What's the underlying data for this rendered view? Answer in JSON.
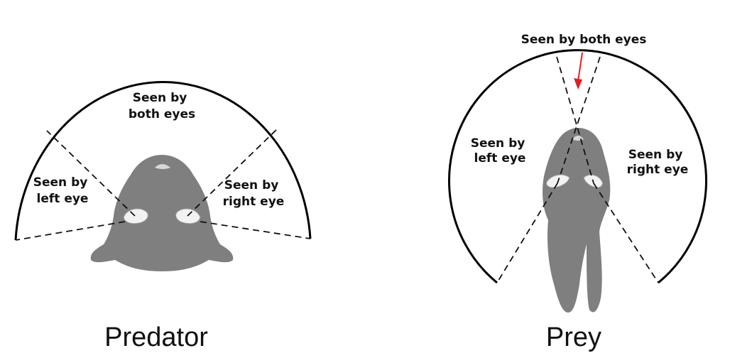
{
  "predator": {
    "caption": "Predator",
    "top_label": [
      "Seen by",
      "both eyes"
    ],
    "left_label": [
      "Seen by",
      "left eye"
    ],
    "right_label": [
      "Seen by",
      "right eye"
    ]
  },
  "prey": {
    "caption": "Prey",
    "top_label": "Seen by both eyes",
    "left_label": [
      "Seen by",
      "left eye"
    ],
    "right_label": [
      "Seen by",
      "right eye"
    ]
  },
  "colors": {
    "animal": "#7f7f7f",
    "arrow": "#e02020"
  },
  "icons": [
    "predator-head-icon",
    "prey-head-icon"
  ]
}
